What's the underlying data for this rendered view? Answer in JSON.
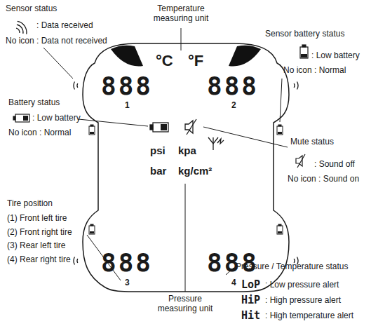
{
  "diagram": {
    "labels": [
      "Sensor status",
      ": Data received",
      "No icon : Data not received",
      "Temperature measuring unit",
      "°C",
      "°F",
      "Sensor battery status",
      ": Low battery",
      "No icon : Normal",
      "Battery status",
      ": Low battery",
      "No icon : Normal",
      "888",
      "1",
      "888",
      "2",
      "Mute status",
      ": Sound off",
      "No icon : Sound on",
      "psi",
      "kpa",
      "bar",
      "kg/cm²",
      "Tire position",
      "(1) Front left tire",
      "(2) Front right tire",
      "(3) Rear left tire",
      "(4) Rear right tire",
      "888",
      "888",
      "3",
      "4",
      "Pressure / Temperature status",
      "LoP",
      ": Low pressure alert",
      "HiP",
      ": High pressure alert",
      "Hit",
      ": High temperature alert",
      "Pressure measuring unit"
    ]
  }
}
